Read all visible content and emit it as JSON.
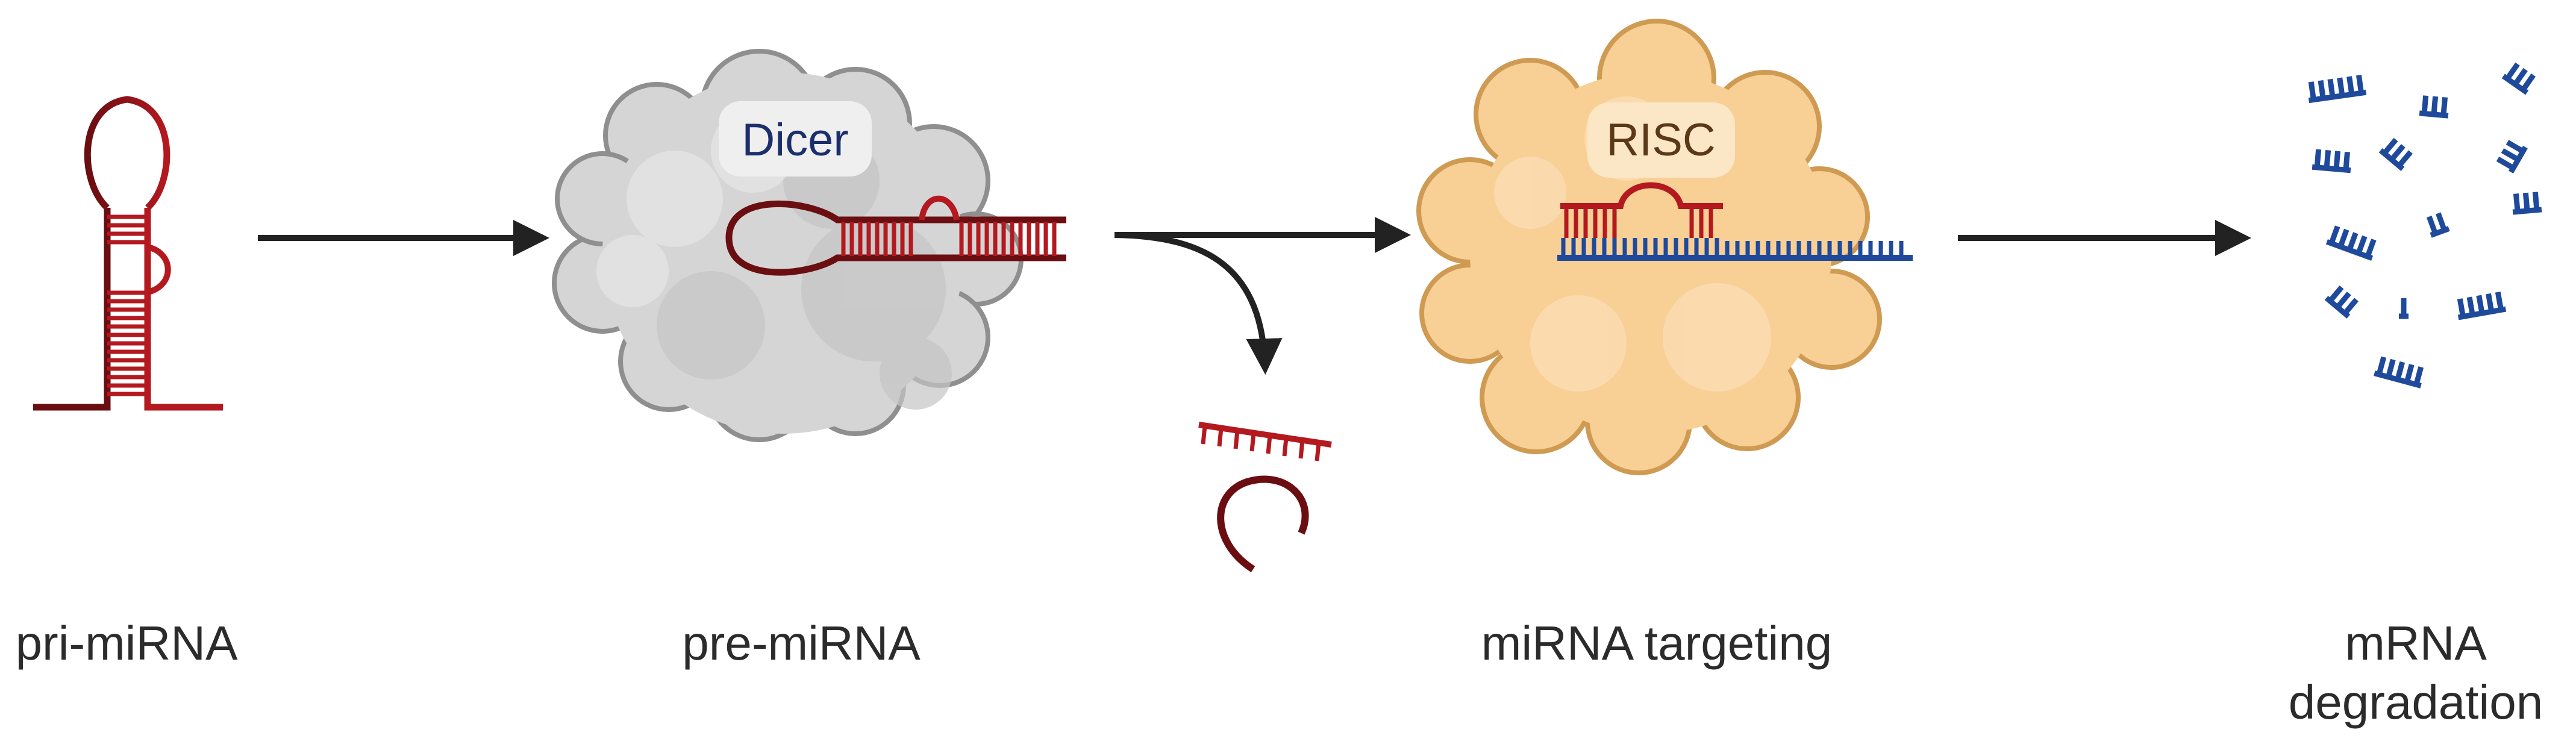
{
  "labels": {
    "pri": "pri-miRNA",
    "pre": "pre-miRNA",
    "targeting": "miRNA targeting",
    "degradation_line1": "mRNA",
    "degradation_line2": "degradation"
  },
  "enzymes": {
    "dicer": "Dicer",
    "risc": "RISC"
  },
  "colors": {
    "rna_red": "#b3191f",
    "rna_dark": "#6a0e12",
    "mrna_blue": "#1f4a9c",
    "dicer_fill": "#d5d5d5",
    "dicer_stroke": "#8f8f8f",
    "risc_fill": "#f8cf95",
    "risc_stroke": "#cf9a52",
    "arrow": "#222222"
  }
}
